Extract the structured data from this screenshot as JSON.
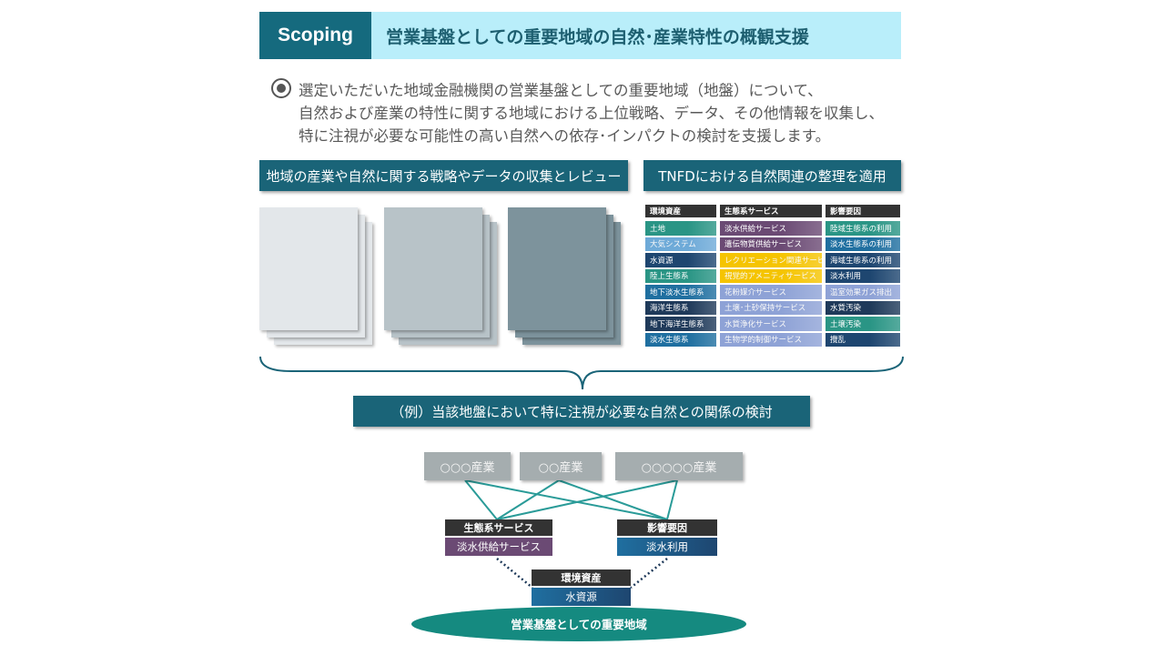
{
  "header": {
    "tag": "Scoping",
    "title": "営業基盤としての重要地域の自然･産業特性の概観支援"
  },
  "intro": {
    "lines": [
      "選定いただいた地域金融機関の営業基盤としての重要地域（地盤）について、",
      "自然および産業の特性に関する地域における上位戦略、データ、その他情報を収集し、",
      "特に注視が必要な可能性の高い自然への依存･インパクトの検討を支援します。"
    ]
  },
  "sections": {
    "left": "地域の産業や自然に関する戦略やデータの収集とレビュー",
    "right": "TNFDにおける自然関連の整理を適用"
  },
  "tnfd_table": {
    "columns": [
      {
        "header": "環境資産",
        "items": [
          "土地",
          "大気システム",
          "水資源",
          "陸上生態系",
          "地下淡水生態系",
          "海洋生態系",
          "地下海洋生態系",
          "淡水生態系"
        ],
        "colors": [
          "#2a9585",
          "#6eaad8",
          "#1e4670",
          "#2a9585",
          "#1f6fa0",
          "#1f3a5a",
          "#1f3a5a",
          "#1f6fa0"
        ]
      },
      {
        "header": "生態系サービス",
        "items": [
          "淡水供給サービス",
          "遺伝物質供給サービス",
          "レクリエーション関連サービス",
          "視覚的アメニティサービス",
          "花粉媒介サービス",
          "土壌･土砂保持サービス",
          "水質浄化サービス",
          "生物学的制御サービス"
        ],
        "colors": [
          "#6b4a74",
          "#6b4a74",
          "#f5c400",
          "#f5c400",
          "#8ea2d6",
          "#8ea2d6",
          "#8ea2d6",
          "#8ea2d6"
        ]
      },
      {
        "header": "影響要因",
        "items": [
          "陸域生態系の利用",
          "淡水生態系の利用",
          "海域生態系の利用",
          "淡水利用",
          "温室効果ガス排出",
          "水質汚染",
          "土壌汚染",
          "攪乱"
        ],
        "colors": [
          "#2a9585",
          "#1f6fa0",
          "#1e4670",
          "#1e4670",
          "#8ea2d6",
          "#1f3a5a",
          "#2a9585",
          "#1e4670"
        ]
      }
    ]
  },
  "example": {
    "label": "（例）当該地盤において特に注視が必要な自然との関係の検討"
  },
  "industries": [
    "○○○産業",
    "○○産業",
    "○○○○○産業"
  ],
  "nodes": {
    "service": {
      "header": "生態系サービス",
      "value": "淡水供給サービス"
    },
    "impact": {
      "header": "影響要因",
      "value": "淡水利用"
    },
    "asset": {
      "header": "環境資産",
      "value": "水資源"
    }
  },
  "region": "営業基盤としての重要地域"
}
